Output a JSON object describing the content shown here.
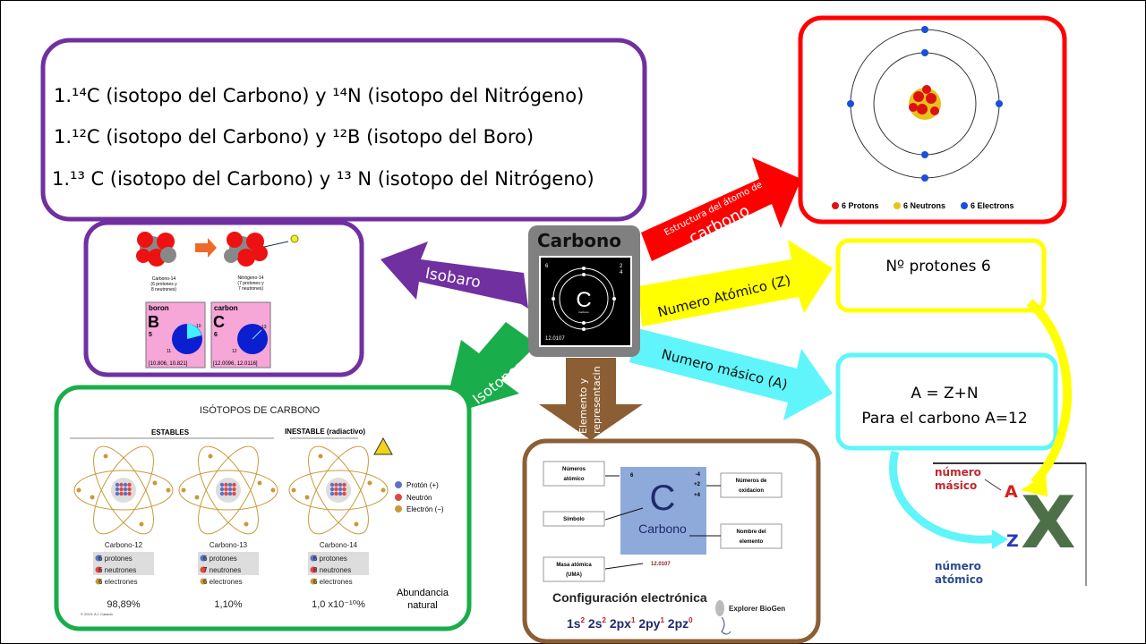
{
  "isobars": {
    "lines": [
      "1.¹⁴C (isotopo del Carbono) y  ¹⁴N (isotopo del Nitrógeno)",
      "1.¹²C (isotopo del Carbono) y ¹²B (isotopo del Boro)",
      "1.¹³ C (isotopo del Carbono) y   ¹³ N (isotopo del Nitrógeno)"
    ],
    "decay": {
      "from": [
        "Carbono-14",
        "(6 protones y",
        "8 neutrones)"
      ],
      "to": [
        "Nitrógeno-14",
        "(7 protones y",
        "7 neutrones)"
      ]
    },
    "boron": {
      "name": "boron",
      "symbol": "B",
      "number": "5",
      "iso_a": "10",
      "iso_b": "11",
      "range": "[10.806, 10.821]"
    },
    "carbon": {
      "name": "carbon",
      "symbol": "C",
      "number": "6",
      "iso_a": "13",
      "iso_b": "12",
      "range": "[12.0096, 12.0116]"
    }
  },
  "center": {
    "title": "Carbono",
    "tile": {
      "number": "6",
      "shells": [
        "2",
        "4"
      ],
      "symbol": "C",
      "name": "Carbono",
      "mass": "12.0107"
    }
  },
  "arrows": {
    "isobaro": "Isobaro",
    "isotopos": "Isotopos",
    "elemento": [
      "Elemento y",
      "representacin"
    ],
    "estructura": [
      "Estructura del átomo de",
      "carbono"
    ],
    "atomico": "Numero Atómico (Z)",
    "masico": "Numero másico (A)"
  },
  "structure": {
    "legend": [
      "6 Protons",
      "6 Neutrons",
      "6 Electrons"
    ]
  },
  "protons_box": {
    "text": "Nº protones 6"
  },
  "mass_box": {
    "line1": "A = Z+N",
    "line2": "Para el carbono A=12"
  },
  "notation": {
    "mass_label": [
      "número",
      "másico"
    ],
    "A": "A",
    "Z": "Z",
    "X": "X",
    "atomic_label": [
      "número",
      "atómico"
    ]
  },
  "isotopes": {
    "title": "ISÓTOPOS DE CARBONO",
    "stable": "ESTABLES",
    "unstable": "INESTABLE (radiactivo)",
    "items": [
      {
        "name": "Carbono-12",
        "p": "6 protones",
        "n": "6 neutrones",
        "e": "6 electrones",
        "abundance": "98,89%"
      },
      {
        "name": "Carbono-13",
        "p": "6 protones",
        "n": "7 neutrones",
        "e": "6 electrones",
        "abundance": "1,10%"
      },
      {
        "name": "Carbono-14",
        "p": "6 protones",
        "n": "8 neutrones",
        "e": "6 electrones",
        "abundance": "1,0 x10⁻¹⁰%"
      }
    ],
    "legend": [
      "Protón (+)",
      "Neutrón",
      "Electrón (−)"
    ],
    "abundance_label": [
      "Abundancia",
      "natural"
    ],
    "credit": "© 2019. A.I. Casado"
  },
  "element": {
    "labels": {
      "atomic": [
        "Números",
        "atómico"
      ],
      "symbol": "Símbolo",
      "mass": [
        "Masa atómica",
        "(UMA)"
      ],
      "oxid": [
        "Números de",
        "oxidacion"
      ],
      "name": [
        "Nombre del",
        "elemento"
      ]
    },
    "number": "6",
    "oxidation": [
      "-4",
      "+2",
      "+4"
    ],
    "symbol": "C",
    "name": "Carbono",
    "mass": "12.0107",
    "config_title": "Configuración electrónica",
    "config": [
      "1s",
      "2",
      "2s",
      "2",
      "2px",
      "1",
      "2py",
      "1",
      "2pz",
      "0"
    ],
    "logo": "Explorer BioGen"
  },
  "colors": {
    "purple": "#7030a0",
    "red": "#ff0000",
    "yellow": "#ffff00",
    "cyan": "#5ff5fb",
    "green": "#1aad4b",
    "brown": "#8b5e34",
    "gray": "#808080"
  }
}
